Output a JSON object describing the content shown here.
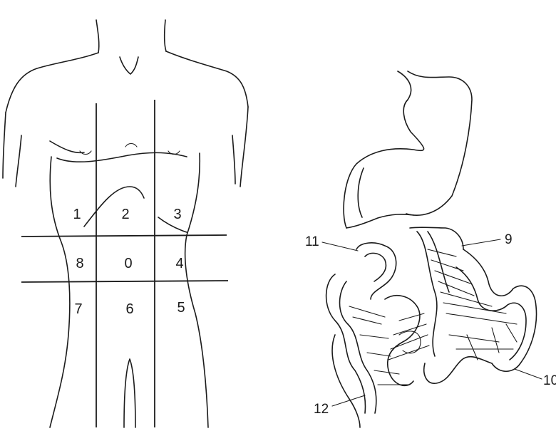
{
  "torso": {
    "regions": [
      "1",
      "2",
      "3",
      "8",
      "0",
      "4",
      "7",
      "6",
      "5"
    ]
  },
  "intestine": {
    "callouts": [
      "11",
      "9",
      "10",
      "12"
    ]
  }
}
